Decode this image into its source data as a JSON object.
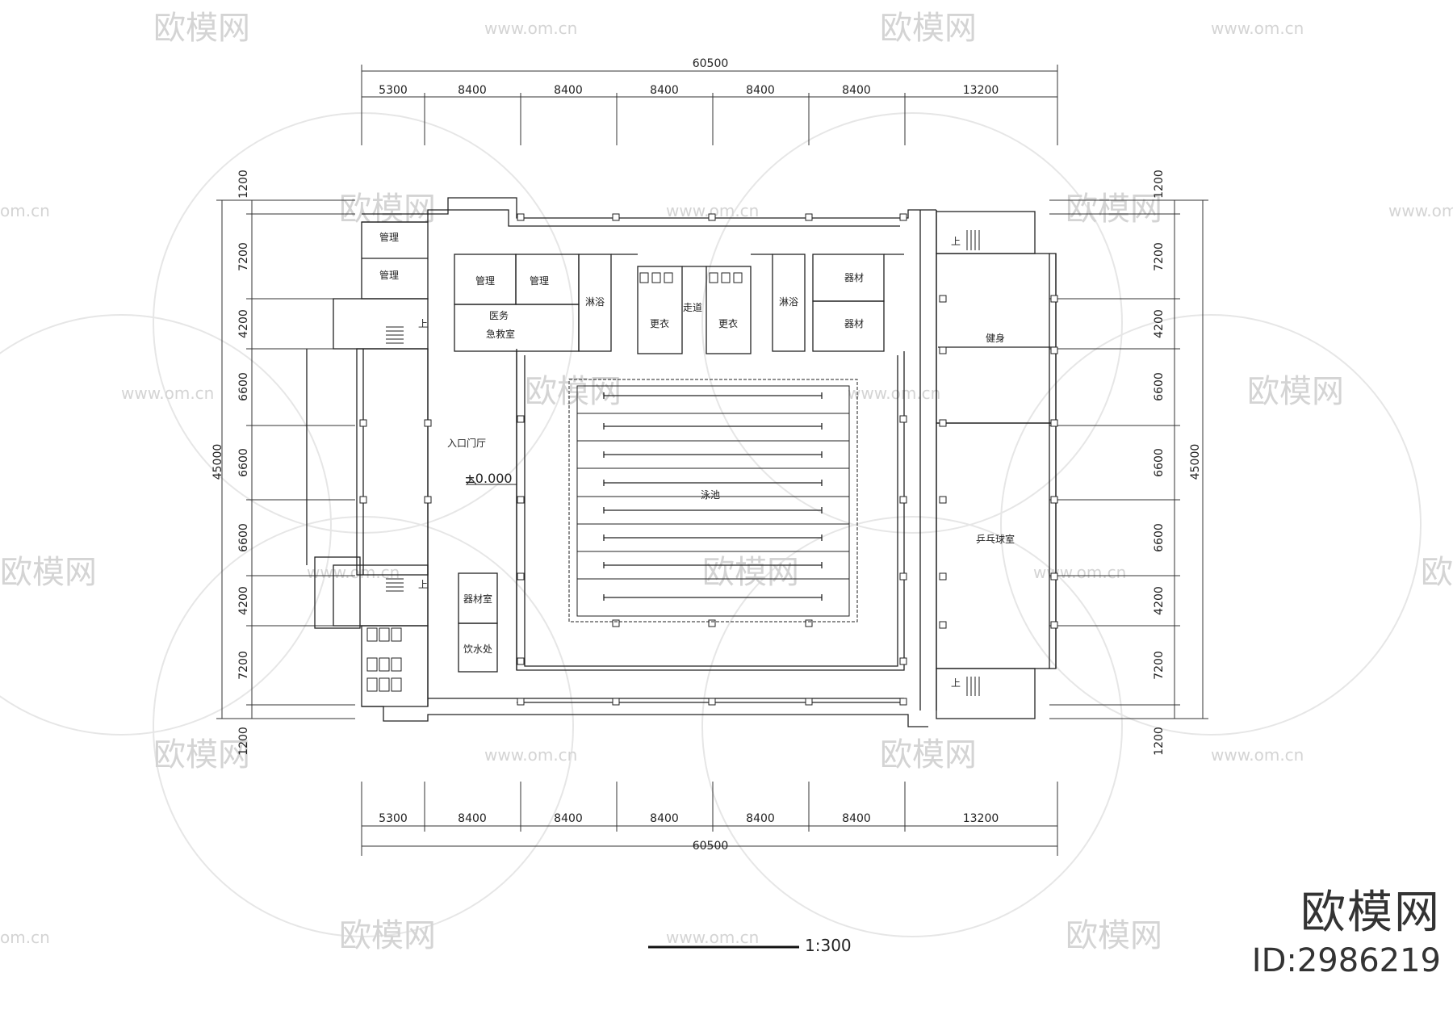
{
  "watermark": {
    "brand": "欧模网",
    "url": "www.om.cn",
    "url_short": "om.cn"
  },
  "dimensions": {
    "top_total": "60500",
    "top_segments": [
      "5300",
      "8400",
      "8400",
      "8400",
      "8400",
      "8400",
      "13200"
    ],
    "bottom_total": "60500",
    "bottom_segments": [
      "5300",
      "8400",
      "8400",
      "8400",
      "8400",
      "8400",
      "13200"
    ],
    "left_total": "45000",
    "left_segments": [
      "1200",
      "7200",
      "4200",
      "6600",
      "6600",
      "6600",
      "4200",
      "7200",
      "1200"
    ],
    "right_total": "45000",
    "right_segments": [
      "1200",
      "7200",
      "4200",
      "6600",
      "6600",
      "6600",
      "4200",
      "7200",
      "1200"
    ]
  },
  "rooms": {
    "mgmt_1": "管理",
    "mgmt_2": "管理",
    "mgmt_3": "管理",
    "mgmt_4": "管理",
    "medical_1": "医务",
    "medical_2": "急救室",
    "shower_left": "淋浴",
    "shower_right": "淋浴",
    "change_left": "更衣",
    "change_right": "更衣",
    "corridor": "走道",
    "equipment_1": "器材",
    "equipment_2": "器材",
    "lobby": "入口门厅",
    "level": "±0.000",
    "pool": "泳池",
    "storage": "器材室",
    "drinking": "饮水处",
    "fitness": "健身",
    "pingpong": "乒乓球室",
    "stair_up_1": "上",
    "stair_up_2": "上",
    "stair_up_3": "上",
    "stair_up_4": "上"
  },
  "scale": {
    "label": "1:300"
  },
  "brand": {
    "name": "欧模网",
    "id": "ID:2986219"
  }
}
